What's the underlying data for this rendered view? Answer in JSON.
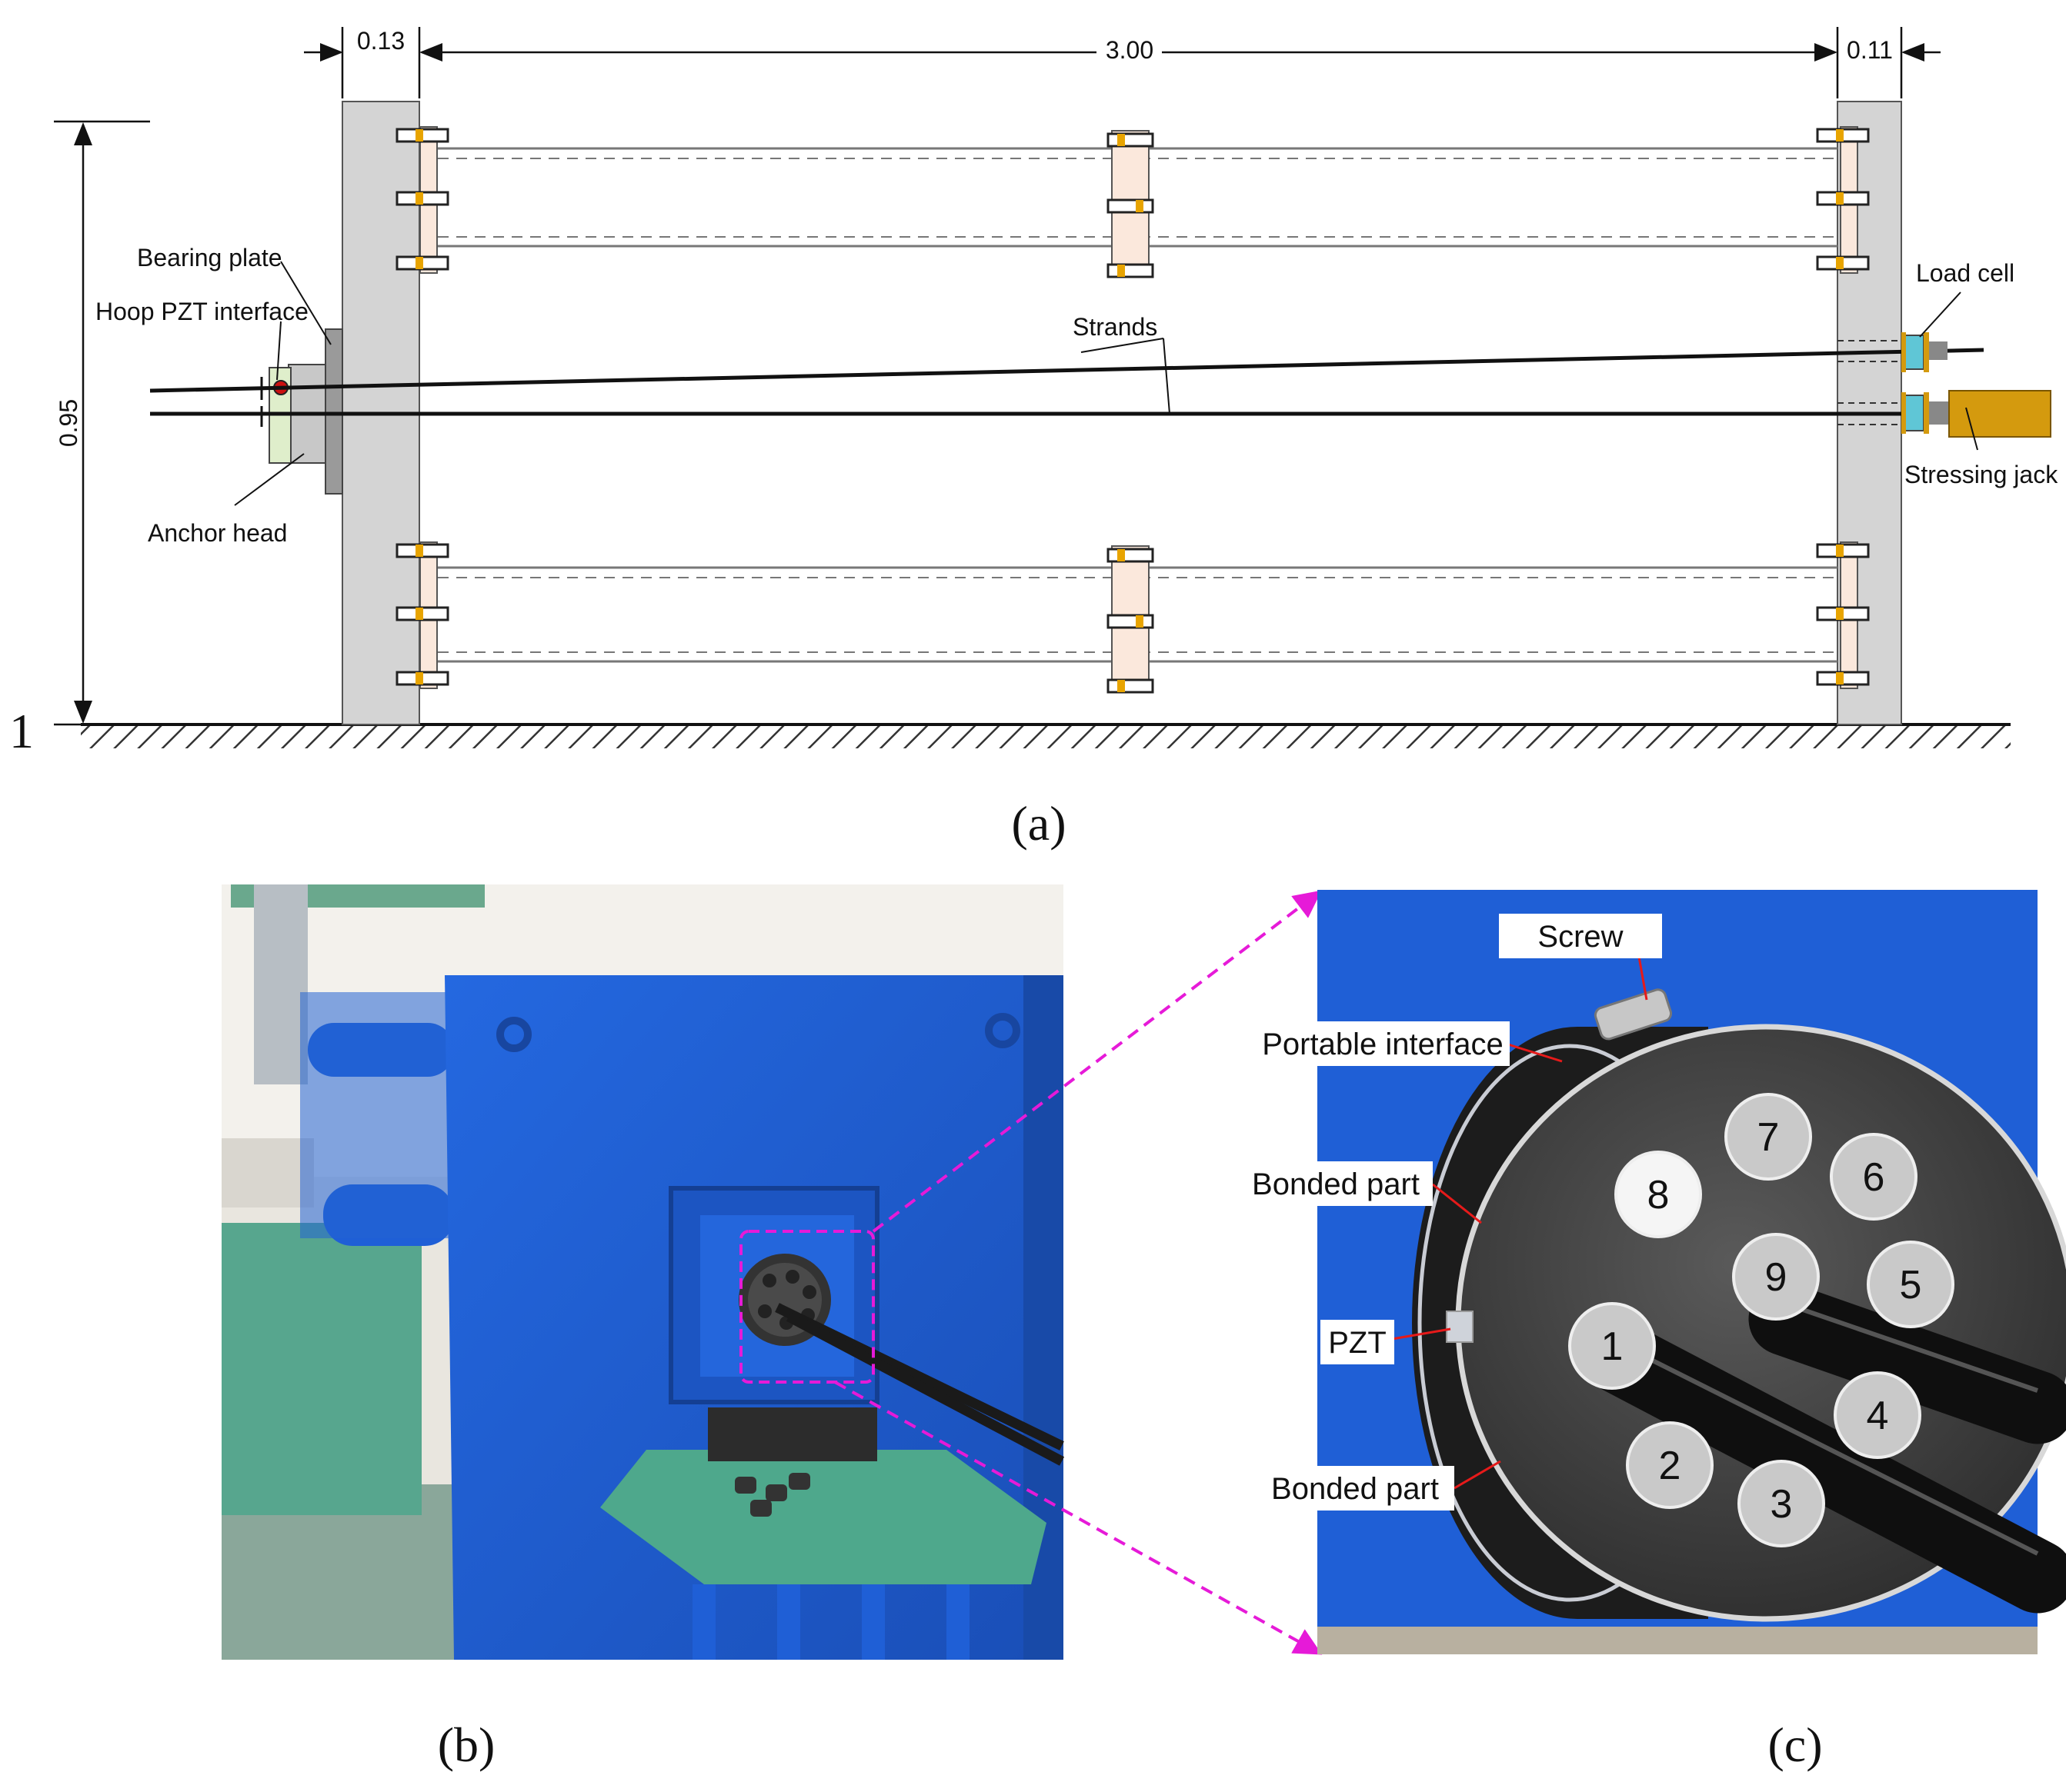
{
  "dimensions": {
    "left_plate": "0.13",
    "span": "3.00",
    "right_plate": "0.11",
    "height": "0.95",
    "edge_mark": "1"
  },
  "labels_a": {
    "bearing_plate": "Bearing plate",
    "hoop_pzt_interface": "Hoop PZT interface",
    "anchor_head": "Anchor head",
    "strands": "Strands",
    "load_cell": "Load cell",
    "stressing_jack": "Stressing jack"
  },
  "labels_c": {
    "screw": "Screw",
    "portable_interface": "Portable interface",
    "bonded_part_top": "Bonded part",
    "pzt": "PZT",
    "bonded_part_bottom": "Bonded part"
  },
  "holes": [
    "1",
    "2",
    "3",
    "4",
    "5",
    "6",
    "7",
    "8",
    "9"
  ],
  "captions": {
    "a": "(a)",
    "b": "(b)",
    "c": "(c)"
  },
  "colors": {
    "plate_gray": "#d4d4d4",
    "clamp_fill": "#fbe8dc",
    "load_cell": "#5fc6d6",
    "jack": "#d49a0e",
    "frame_blue": "#1f5fd6",
    "base_green": "#3d9b82",
    "leader_magenta": "#e61ad8",
    "pzt_red": "#cc1010"
  }
}
